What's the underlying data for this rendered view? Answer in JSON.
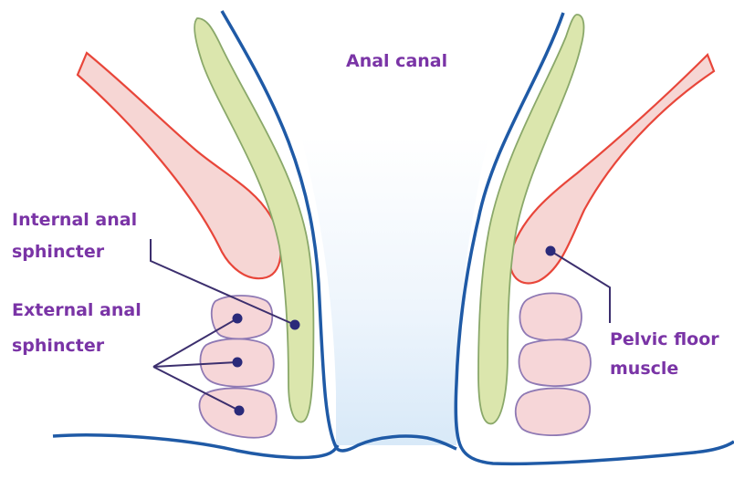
{
  "labels": {
    "anal_canal": "Anal canal",
    "internal_line1": "Internal anal",
    "internal_line2": "sphincter",
    "external_line1": "External anal",
    "external_line2": "sphincter",
    "pelvic_line1": "Pelvic floor",
    "pelvic_line2": "muscle"
  },
  "colors": {
    "label_text": "#7a34a6",
    "outline": "#1f5aa6",
    "pelvic_floor_muscle": "#f6d6d4",
    "pelvic_floor_stroke": "#e8463a",
    "internal_sphincter": "#dbe6ad",
    "external_sphincter": "#f6d6d8",
    "canal_fill": "#d8e9f8"
  }
}
